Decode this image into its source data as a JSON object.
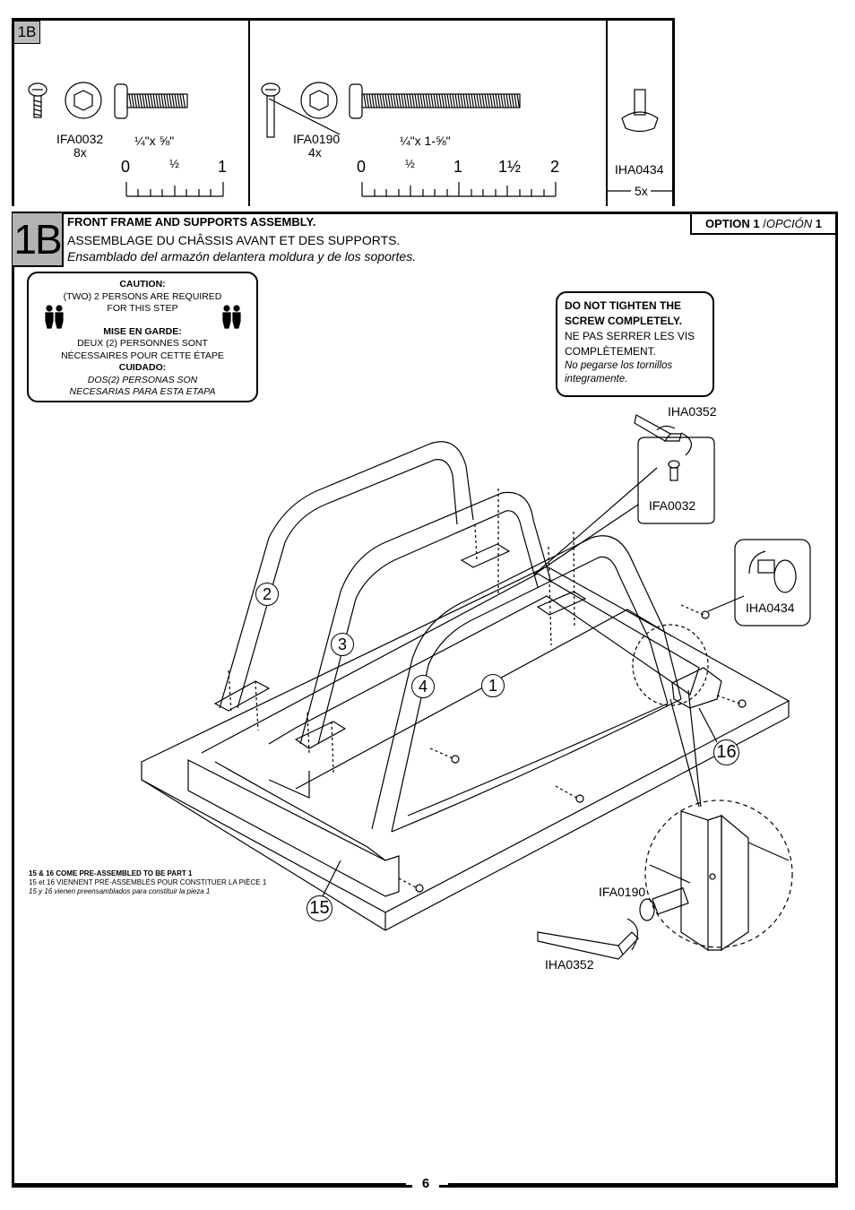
{
  "hardware": {
    "tag": "1B",
    "screw_small": {
      "code": "IFA0032",
      "qty": "8x",
      "size": "¼\"x ⅝\""
    },
    "screw_long": {
      "code": "IFA0190",
      "qty": "4x",
      "size": "¼\"x 1-⅝\""
    },
    "glide": {
      "code": "IHA0434",
      "qty": "5x"
    },
    "ruler_small": {
      "t0": "0",
      "t_half": "½",
      "t1": "1"
    },
    "ruler_long": {
      "t0": "0",
      "t_half": "½",
      "t1": "1",
      "t1_half": "1½",
      "t2": "2"
    }
  },
  "step": {
    "number": "1B",
    "title_en": "FRONT FRAME AND SUPPORTS ASSEMBLY.",
    "title_fr": "ASSEMBLAGE DU CHÂSSIS AVANT ET DES SUPPORTS.",
    "title_es": "Ensamblado del armazón delantera moldura y de los soportes.",
    "option_en": "OPTION 1",
    "option_sep": " /",
    "option_es": "OPCIÓN",
    "option_num": " 1"
  },
  "caution": {
    "h_en": "CAUTION:",
    "l1_en": "(TWO) 2 PERSONS ARE REQUIRED",
    "l2_en": "FOR THIS STEP",
    "h_fr": "MISE EN GARDE:",
    "l1_fr": "DEUX (2) PERSONNES SONT",
    "l2_fr": "NÉCESSAIRES POUR CETTE ÉTAPE",
    "h_es": "CUIDADO:",
    "l1_es": "DOS(2) PERSONAS SON",
    "l2_es": "NECESARIAS PARA ESTA ETAPA"
  },
  "tighten": {
    "en1": "DO NOT TIGHTEN THE",
    "en2": "SCREW COMPLETELY.",
    "fr1": "NE PAS SERRER LES VIS",
    "fr2": "COMPLÈTEMENT.",
    "es1": "No pegarse los tornillos",
    "es2": "integramente."
  },
  "callouts": {
    "wrench_top": "IHA0352",
    "screw_top": "IFA0032",
    "glide": "IHA0434",
    "screw_bottom": "IFA0190",
    "wrench_bottom": "IHA0352"
  },
  "parts": {
    "p1": "1",
    "p2": "2",
    "p3": "3",
    "p4": "4",
    "p15": "15",
    "p16": "16"
  },
  "note": {
    "en": "15 & 16 COME PRE-ASSEMBLED TO BE PART 1",
    "fr": "15 et 16 VIENNENT PRÉ-ASSEMBLÉS POUR CONSTITUER LA PIÈCE 1",
    "es": "15 y 16 vienen preensamblados para constituir la pieza 1"
  },
  "page_number": "6"
}
